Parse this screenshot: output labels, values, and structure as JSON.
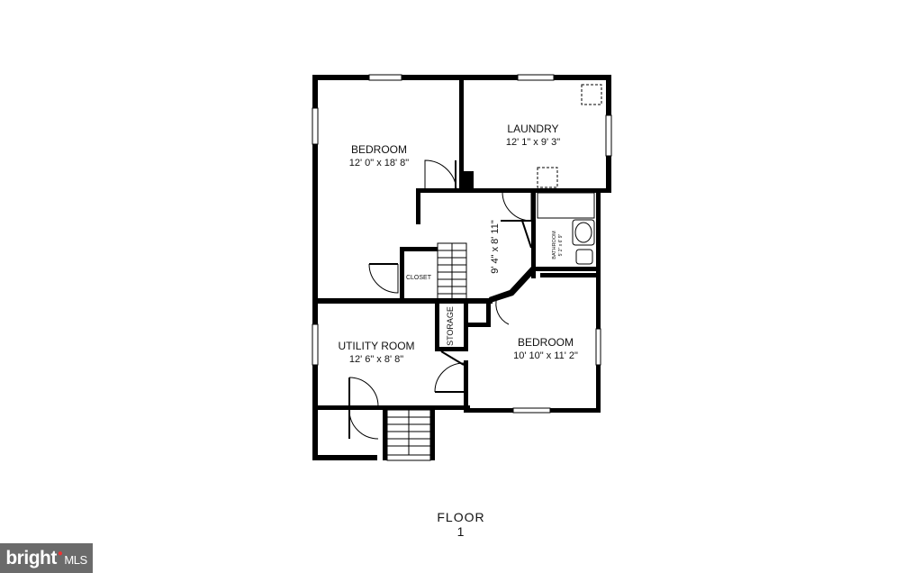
{
  "floor_label": "FLOOR 1",
  "watermark": {
    "brand": "bright",
    "suffix": "MLS"
  },
  "rooms": {
    "bedroom_main": {
      "name": "BEDROOM",
      "dims": "12' 0\" x 18' 8\""
    },
    "laundry": {
      "name": "LAUNDRY",
      "dims": "12' 1\" x 9' 3\""
    },
    "hall": {
      "dims": "9' 4\" x 8' 11\""
    },
    "bathroom": {
      "name": "BATHROOM",
      "dims": "5' 2\" x 6' 9\""
    },
    "closet": {
      "name": "CLOSET"
    },
    "storage": {
      "name": "STORAGE"
    },
    "utility": {
      "name": "UTILITY ROOM",
      "dims": "12' 6\" x 8' 8\""
    },
    "bedroom_second": {
      "name": "BEDROOM",
      "dims": "10' 10\" x 11' 2\""
    }
  }
}
